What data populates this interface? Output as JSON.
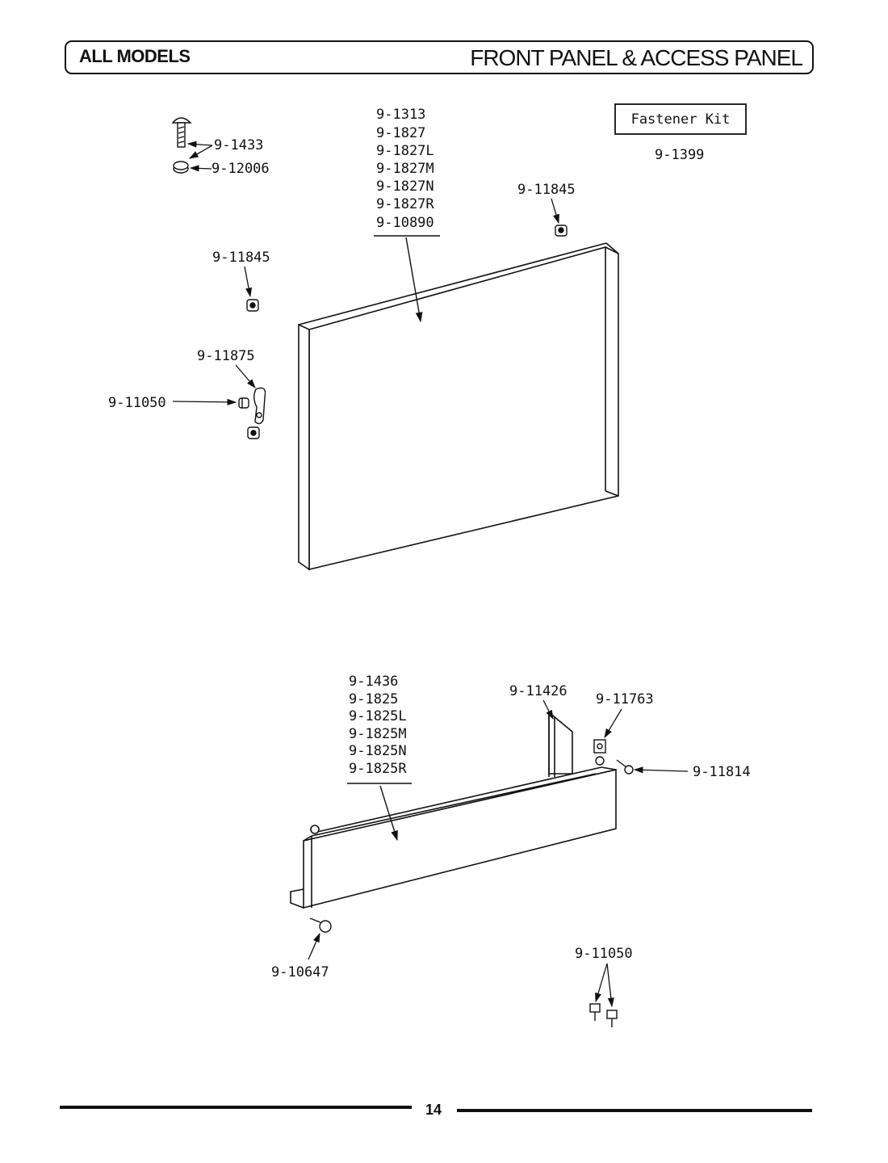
{
  "header": {
    "left_title": "ALL MODELS",
    "right_title": "FRONT PANEL & ACCESS PANEL"
  },
  "fastener_kit": {
    "label": "Fastener Kit",
    "part": "9-1399"
  },
  "front_panel": {
    "parts": [
      "9-1313",
      "9-1827",
      "9-1827L",
      "9-1827M",
      "9-1827N",
      "9-1827R",
      "9-10890"
    ],
    "screw": "9-1433",
    "washer": "9-12006",
    "clip_right": "9-11845",
    "clip_left": "9-11845",
    "latch": "9-11875",
    "latch_screw": "9-11050"
  },
  "access_panel": {
    "parts": [
      "9-1436",
      "9-1825",
      "9-1825L",
      "9-1825M",
      "9-1825N",
      "9-1825R"
    ],
    "bracket": "9-11426",
    "hinge_clip": "9-11763",
    "hinge_screw": "9-11814",
    "bottom_screw": "9-10647",
    "loose_screws": "9-11050"
  },
  "page_number": "14"
}
